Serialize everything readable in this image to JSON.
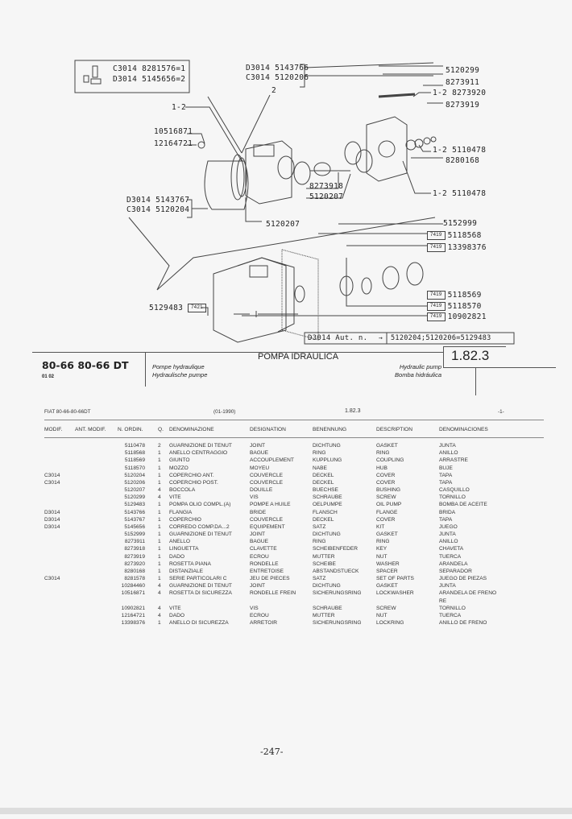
{
  "diagram": {
    "kit_box": {
      "line1": "C3014 8281576=1",
      "line2": "D3014 5145656=2"
    },
    "callouts": {
      "top_pair_1": "D3014 5143766",
      "top_pair_2": "C3014 5120206",
      "ref_2": "2",
      "ref_1_2": "1-2",
      "p10516871": "10516871",
      "p12164721": "12164721",
      "left_pair_1": "D3014 5143767",
      "left_pair_2": "C3014 5120204",
      "p5120207_a": "5120207",
      "p8273918": "8273918",
      "p5120207_b": "5120207",
      "p5120299": "5120299",
      "p8273911": "8273911",
      "p8273920": "1-2 8273920",
      "p8273919": "8273919",
      "p5110478_a": "1-2 5110478",
      "p8280168": "8280168",
      "p5110478_b": "1-2 5110478",
      "p5152999": "5152999",
      "p5118568": "5118568",
      "p13398376": "13398376",
      "p5118569": "5118569",
      "p5118570": "5118570",
      "p10902821": "10902821",
      "p5129483": "5129483"
    },
    "tag_7419": "7419",
    "tag_7421": "7421",
    "serial_box": {
      "label": "D3014 Aut. n.",
      "arrow": "→",
      "value": "5120204;5120206=5129483"
    }
  },
  "header": {
    "model": "80-66 80-66 DT",
    "model_sub": "01 02",
    "title": "POMPA IDRAULICA",
    "fr": "Pompe hydraulique",
    "de": "Hydraulische pumpe",
    "en": "Hydraulic pump",
    "es": "Bomba hidráulica",
    "ref": "1.82.3"
  },
  "subheader": {
    "model": "FIAT 80-66-80-66DT",
    "date": "(01-1990)",
    "ref": "1.82.3",
    "page": "-1-"
  },
  "columns": {
    "modif": "MODIF.",
    "ant": "ANT. MODIF.",
    "nord": "N. ORDIN.",
    "q": "Q.",
    "den": "DENOMINAZIONE",
    "des": "DESIGNATION",
    "ben": "BENENNUNG",
    "dsc": "DESCRIPTION",
    "dnc": "DENOMINACIONES"
  },
  "rows": [
    {
      "modif": "",
      "ant": "",
      "nord": "5110478",
      "q": "2",
      "den": "GUARNIZIONE DI TENUT",
      "des": "JOINT",
      "ben": "DICHTUNG",
      "dsc": "GASKET",
      "dnc": "JUNTA"
    },
    {
      "modif": "",
      "ant": "",
      "nord": "5118568",
      "q": "1",
      "den": "ANELLO CENTRAGGIO",
      "des": "BAGUE",
      "ben": "RING",
      "dsc": "RING",
      "dnc": "ANILLO"
    },
    {
      "modif": "",
      "ant": "",
      "nord": "5118569",
      "q": "1",
      "den": "GIUNTO",
      "des": "ACCOUPLEMENT",
      "ben": "KUPPLUNG",
      "dsc": "COUPLING",
      "dnc": "ARRASTRE"
    },
    {
      "modif": "",
      "ant": "",
      "nord": "5118570",
      "q": "1",
      "den": "MOZZO",
      "des": "MOYEU",
      "ben": "NABE",
      "dsc": "HUB",
      "dnc": "BUJE"
    },
    {
      "modif": "C3014",
      "ant": "",
      "nord": "5120204",
      "q": "1",
      "den": "COPERCHIO ANT.",
      "des": "COUVERCLE",
      "ben": "DECKEL",
      "dsc": "COVER",
      "dnc": "TAPA"
    },
    {
      "modif": "C3014",
      "ant": "",
      "nord": "5120206",
      "q": "1",
      "den": "COPERCHIO POST.",
      "des": "COUVERCLE",
      "ben": "DECKEL",
      "dsc": "COVER",
      "dnc": "TAPA"
    },
    {
      "modif": "",
      "ant": "",
      "nord": "5120207",
      "q": "4",
      "den": "BOCCOLA",
      "des": "DOUILLE",
      "ben": "BUECHSE",
      "dsc": "BUSHING",
      "dnc": "CASQUILLO"
    },
    {
      "modif": "",
      "ant": "",
      "nord": "5120299",
      "q": "4",
      "den": "VITE",
      "des": "VIS",
      "ben": "SCHRAUBE",
      "dsc": "SCREW",
      "dnc": "TORNILLO"
    },
    {
      "modif": "",
      "ant": "",
      "nord": "5129483",
      "q": "1",
      "den": "POMPA OLIO COMPL.(A)",
      "des": "POMPE A HUILE",
      "ben": "OELPUMPE",
      "dsc": "OIL PUMP",
      "dnc": "BOMBA DE ACEITE"
    },
    {
      "modif": "D3014",
      "ant": "",
      "nord": "5143766",
      "q": "1",
      "den": "FLANGIA",
      "des": "BRIDE",
      "ben": "FLANSCH",
      "dsc": "FLANGE",
      "dnc": "BRIDA"
    },
    {
      "modif": "D3014",
      "ant": "",
      "nord": "5143767",
      "q": "1",
      "den": "COPERCHIO",
      "des": "COUVERCLE",
      "ben": "DECKEL",
      "dsc": "COVER",
      "dnc": "TAPA"
    },
    {
      "modif": "D3014",
      "ant": "",
      "nord": "5145656",
      "q": "1",
      "den": "CORREDO COMP.DA...2",
      "des": "EQUIPEMENT",
      "ben": "SATZ",
      "dsc": "KIT",
      "dnc": "JUEGO"
    },
    {
      "modif": "",
      "ant": "",
      "nord": "5152999",
      "q": "1",
      "den": "GUARNIZIONE DI TENUT",
      "des": "JOINT",
      "ben": "DICHTUNG",
      "dsc": "GASKET",
      "dnc": "JUNTA"
    },
    {
      "modif": "",
      "ant": "",
      "nord": "8273911",
      "q": "1",
      "den": "ANELLO",
      "des": "BAGUE",
      "ben": "RING",
      "dsc": "RING",
      "dnc": "ANILLO"
    },
    {
      "modif": "",
      "ant": "",
      "nord": "8273918",
      "q": "1",
      "den": "LINGUETTA",
      "des": "CLAVETTE",
      "ben": "SCHEIBENFEDER",
      "dsc": "KEY",
      "dnc": "CHAVETA"
    },
    {
      "modif": "",
      "ant": "",
      "nord": "8273919",
      "q": "1",
      "den": "DADO",
      "des": "ECROU",
      "ben": "MUTTER",
      "dsc": "NUT",
      "dnc": "TUERCA"
    },
    {
      "modif": "",
      "ant": "",
      "nord": "8273920",
      "q": "1",
      "den": "ROSETTA PIANA",
      "des": "RONDELLE",
      "ben": "SCHEIBE",
      "dsc": "WASHER",
      "dnc": "ARANDELA"
    },
    {
      "modif": "",
      "ant": "",
      "nord": "8280168",
      "q": "1",
      "den": "DISTANZIALE",
      "des": "ENTRETOISE",
      "ben": "ABSTANDSTUECK",
      "dsc": "SPACER",
      "dnc": "SEPARADOR"
    },
    {
      "modif": "C3014",
      "ant": "",
      "nord": "8281578",
      "q": "1",
      "den": "SERIE PARTICOLARI C",
      "des": "JEU DE PIECES",
      "ben": "SATZ",
      "dsc": "SET OF PARTS",
      "dnc": "JUEGO DE PIEZAS"
    },
    {
      "modif": "",
      "ant": "",
      "nord": "10284460",
      "q": "4",
      "den": "GUARNIZIONE DI TENUT",
      "des": "JOINT",
      "ben": "DICHTUNG",
      "dsc": "GASKET",
      "dnc": "JUNTA"
    },
    {
      "modif": "",
      "ant": "",
      "nord": "10516871",
      "q": "4",
      "den": "ROSETTA DI SICUREZZA",
      "des": "RONDELLE FREIN",
      "ben": "SICHERUNGSRING",
      "dsc": "LOCKWASHER",
      "dnc": "ARANDELA DE FRENO"
    },
    {
      "modif": "",
      "ant": "",
      "nord": "",
      "q": "",
      "den": "",
      "des": "",
      "ben": "",
      "dsc": "",
      "dnc": "RE"
    },
    {
      "modif": "",
      "ant": "",
      "nord": "10902821",
      "q": "4",
      "den": "VITE",
      "des": "VIS",
      "ben": "SCHRAUBE",
      "dsc": "SCREW",
      "dnc": "TORNILLO"
    },
    {
      "modif": "",
      "ant": "",
      "nord": "12164721",
      "q": "4",
      "den": "DADO",
      "des": "ECROU",
      "ben": "MUTTER",
      "dsc": "NUT",
      "dnc": "TUERCA"
    },
    {
      "modif": "",
      "ant": "",
      "nord": "13398376",
      "q": "1",
      "den": "ANELLO DI SICUREZZA",
      "des": "ARRETOIR",
      "ben": "SICHERUNGSRING",
      "dsc": "LOCKRING",
      "dnc": "ANILLO DE FRENO"
    }
  ],
  "footer": {
    "page_number": "-247-"
  }
}
